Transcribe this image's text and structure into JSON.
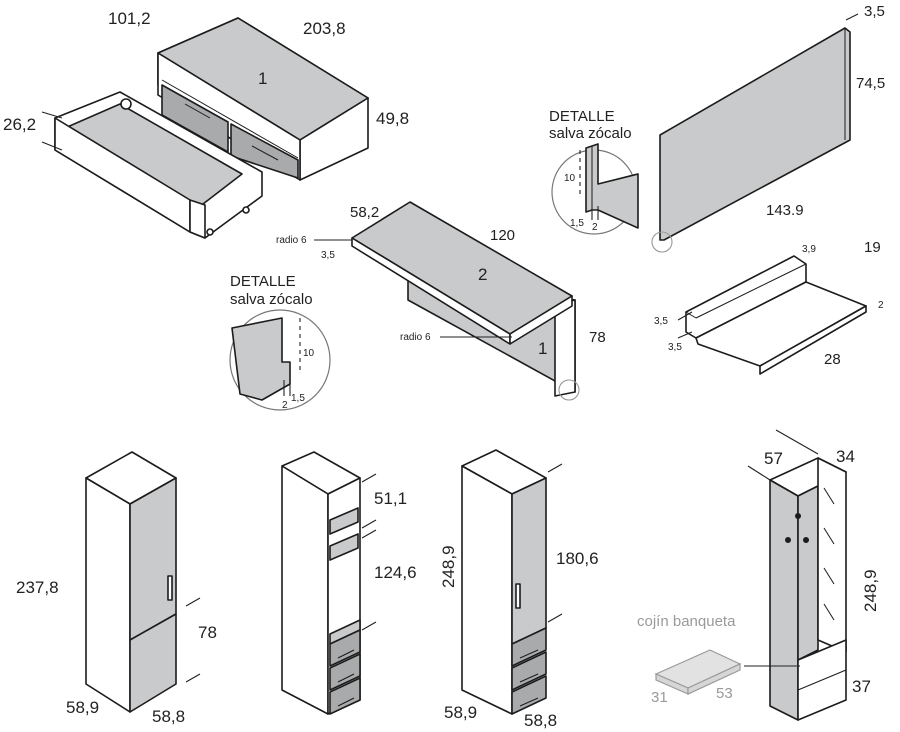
{
  "module_top_left": {
    "dims": {
      "depth": "101,2",
      "width": "203,8",
      "height": "49,8",
      "drawer_side": "26,2"
    },
    "piece_number": "1"
  },
  "desk": {
    "dims": {
      "depth": "58,2",
      "width": "120",
      "height": "78",
      "edge": "3,5"
    },
    "radius_labels": [
      "radio 6",
      "radio 6"
    ],
    "top_number": "2",
    "support_number": "1",
    "detail": {
      "title": "DETALLE",
      "subtitle": "salva zócalo",
      "h": "10",
      "a": "2",
      "b": "1,5"
    }
  },
  "back_panel": {
    "dims": {
      "thickness": "3,5",
      "height": "74,5",
      "width": "143.9"
    },
    "detail": {
      "title": "DETALLE",
      "subtitle": "salva zócalo",
      "h": "10",
      "a": "1,5",
      "b": "2"
    }
  },
  "shelf_tray": {
    "dims": {
      "lip": "3,9",
      "width": "19",
      "edge": "2",
      "h1": "3,5",
      "h2": "3,5",
      "depth": "28"
    }
  },
  "wardrobe_a": {
    "dims": {
      "height": "237,8",
      "door": "78",
      "width": "58,9",
      "depth": "58,8"
    }
  },
  "open_column": {
    "dims": {
      "top": "51,1",
      "mid": "124,6"
    }
  },
  "wardrobe_b": {
    "dims": {
      "height": "248,9",
      "door": "180,6",
      "width": "58,9",
      "depth": "58,8"
    }
  },
  "hall_unit": {
    "dims": {
      "width": "57",
      "depth": "34",
      "height": "248,9",
      "bench": "37"
    },
    "cushion": {
      "label": "cojín banqueta",
      "w": "31",
      "d": "53"
    }
  }
}
